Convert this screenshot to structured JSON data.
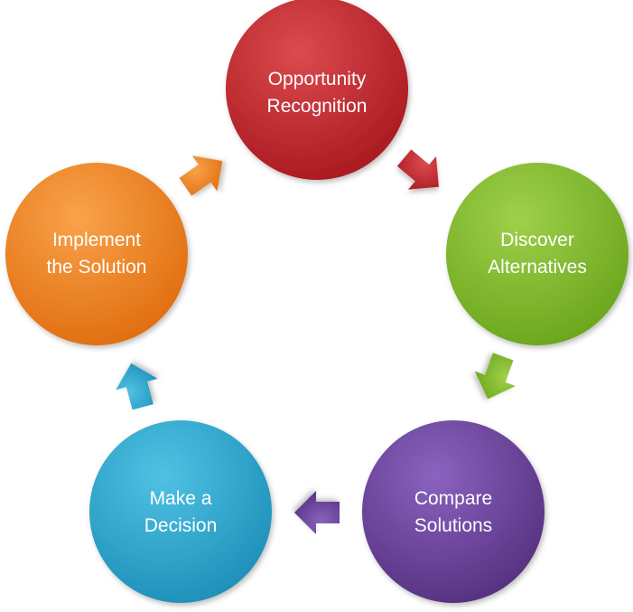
{
  "diagram": {
    "type": "cycle",
    "nodes": [
      {
        "id": "opportunity",
        "line1": "Opportunity",
        "line2": "Recognition",
        "color": "#c0282d"
      },
      {
        "id": "discover",
        "line1": "Discover",
        "line2": "Alternatives",
        "color": "#7fb82a"
      },
      {
        "id": "compare",
        "line1": "Compare",
        "line2": "Solutions",
        "color": "#6a3f99"
      },
      {
        "id": "decision",
        "line1": "Make a",
        "line2": "Decision",
        "color": "#2aa6cf"
      },
      {
        "id": "implement",
        "line1": "Implement",
        "line2": "the Solution",
        "color": "#f07f1b"
      }
    ],
    "arrows": [
      {
        "from": "opportunity",
        "to": "discover",
        "color": "#c92d33"
      },
      {
        "from": "discover",
        "to": "compare",
        "color": "#8cc13a"
      },
      {
        "from": "compare",
        "to": "decision",
        "color": "#6f48a3"
      },
      {
        "from": "decision",
        "to": "implement",
        "color": "#2ba3cf"
      },
      {
        "from": "implement",
        "to": "opportunity",
        "color": "#f28a2e"
      }
    ]
  }
}
